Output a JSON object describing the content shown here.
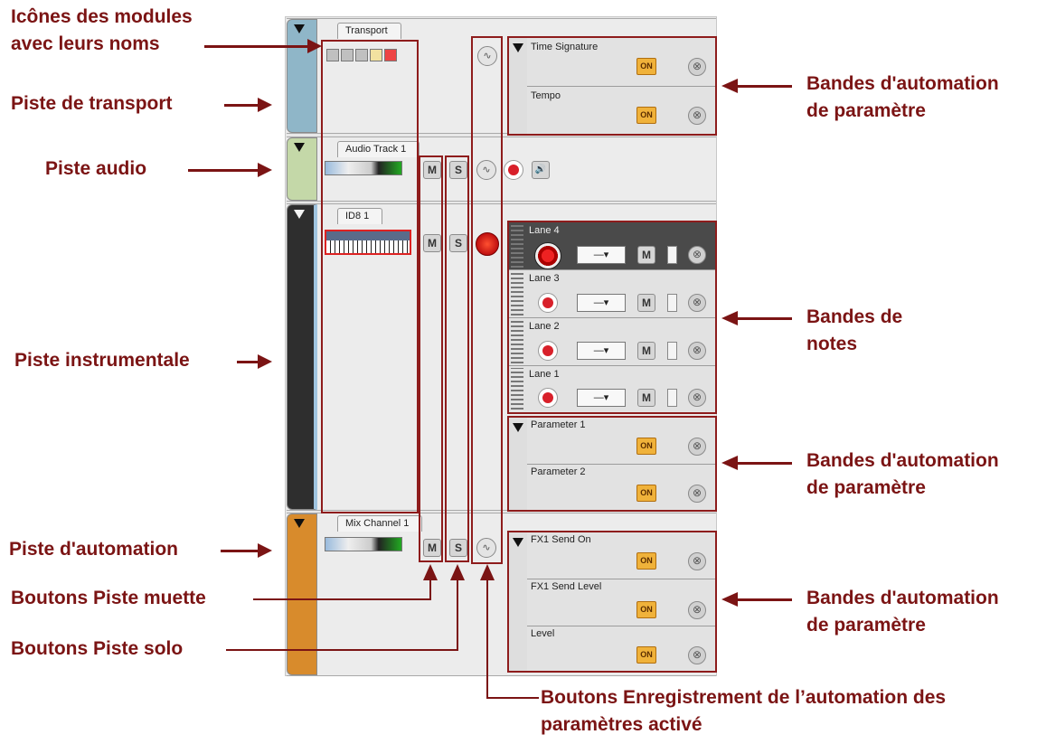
{
  "callouts": {
    "module_icons": [
      "Icônes des modules",
      "avec leurs noms"
    ],
    "transport_track": "Piste de transport",
    "audio_track": "Piste audio",
    "instrument_track": "Piste instrumentale",
    "automation_track": "Piste d'automation",
    "mute_buttons": "Boutons Piste muette",
    "solo_buttons": "Boutons Piste solo",
    "automation_record": [
      "Boutons Enregistrement de l’automation des",
      "paramètres activé"
    ],
    "param_lanes_1": [
      "Bandes d'automation",
      "de paramètre"
    ],
    "note_lanes": [
      "Bandes de",
      "notes"
    ],
    "param_lanes_2": [
      "Bandes d'automation",
      "de paramètre"
    ],
    "param_lanes_3": [
      "Bandes d'automation",
      "de paramètre"
    ]
  },
  "tracks": {
    "transport": {
      "name": "Transport",
      "lanes": [
        {
          "label": "Time Signature",
          "on": "ON"
        },
        {
          "label": "Tempo",
          "on": "ON"
        }
      ]
    },
    "audio": {
      "name": "Audio Track 1",
      "mute": "M",
      "solo": "S"
    },
    "instrument": {
      "name": "ID8 1",
      "mute": "M",
      "solo": "S",
      "note_lanes": [
        {
          "label": "Lane 4",
          "mute": "M",
          "dd": "—▾"
        },
        {
          "label": "Lane 3",
          "mute": "M",
          "dd": "—▾"
        },
        {
          "label": "Lane 2",
          "mute": "M",
          "dd": "—▾"
        },
        {
          "label": "Lane 1",
          "mute": "M",
          "dd": "—▾"
        }
      ],
      "param_lanes": [
        {
          "label": "Parameter 1",
          "on": "ON"
        },
        {
          "label": "Parameter 2",
          "on": "ON"
        }
      ]
    },
    "mix": {
      "name": "Mix Channel 1",
      "mute": "M",
      "solo": "S",
      "lanes": [
        {
          "label": "FX1 Send On",
          "on": "ON"
        },
        {
          "label": "FX1 Send Level",
          "on": "ON"
        },
        {
          "label": "Level",
          "on": "ON"
        }
      ]
    }
  },
  "icons": {
    "close": "⊗",
    "automation": "∿",
    "speaker": "🔊"
  },
  "colors": {
    "callout": "#7b1414",
    "transport": "#8fb6c8",
    "audio": "#c4d8a8",
    "instrument": "#2e2e2e",
    "mix": "#d88b2c",
    "on": "#f0b23a"
  }
}
